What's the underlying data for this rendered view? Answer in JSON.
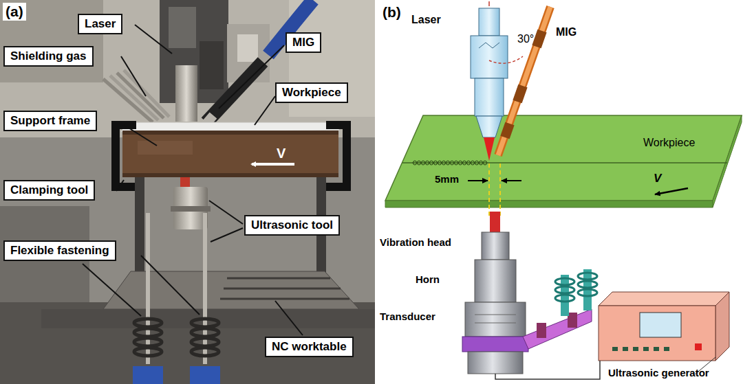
{
  "diagram": {
    "nodes": [
      {
        "text": [
          "Laser"
        ]
      },
      {
        "text": [
          "MIG"
        ]
      },
      {
        "text": [
          "Shielding gas"
        ]
      },
      {
        "text": [
          "Workpiece"
        ]
      },
      {
        "text": [
          "Support frame"
        ]
      },
      {
        "text": [
          "Clamping tool"
        ]
      },
      {
        "text": [
          "Ultrasonic tool"
        ]
      },
      {
        "text": [
          "Flexible fastening"
        ]
      },
      {
        "text": [
          "NC worktable"
        ]
      }
    ],
    "labels": [
      "(a)",
      "V",
      "(b)",
      "Laser",
      "MIG",
      "30°",
      "Workpiece",
      "5mm",
      "V",
      "Vibration head",
      "Horn",
      "Transducer",
      "Ultrasonic generator"
    ]
  }
}
